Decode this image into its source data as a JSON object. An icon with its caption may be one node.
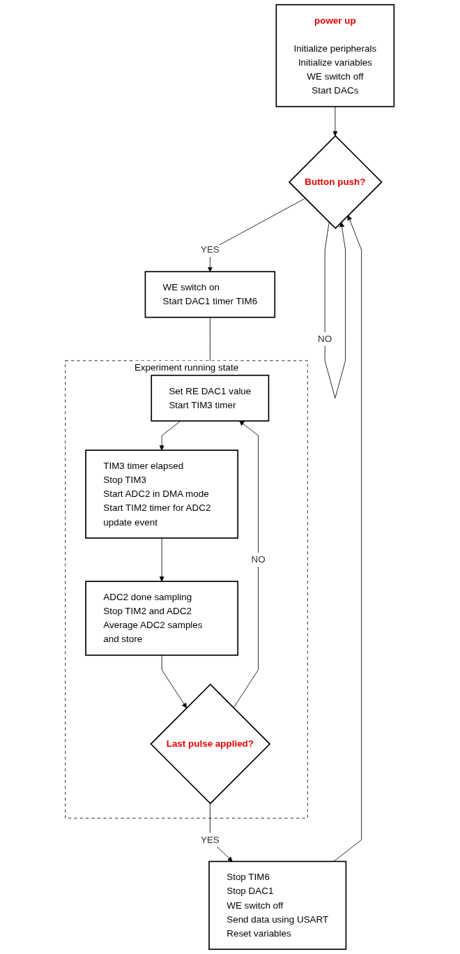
{
  "diagram": {
    "nodes": [
      {
        "text": [
          "power up",
          "Initialize peripherals",
          "Initialize variables",
          "WE switch off",
          "Start DACs"
        ]
      },
      {
        "text": [
          "Button push?"
        ]
      },
      {
        "text": [
          "WE switch on",
          "Start DAC1 timer TIM6"
        ]
      },
      {
        "text": [
          "Experiment running state"
        ]
      },
      {
        "text": [
          "Set RE DAC1 value",
          "Start TIM3 timer"
        ],
        "in": 3
      },
      {
        "text": [
          "TIM3 timer elapsed",
          "Stop TIM3",
          "Start ADC2 in DMA mode",
          "Start TIM2 timer for ADC2 update event"
        ],
        "in": 3
      },
      {
        "text": [
          "ADC2 done sampling",
          "Stop TIM2 and ADC2",
          "Average ADC2 samples and store"
        ],
        "in": 3
      },
      {
        "text": [
          "Last pulse applied?"
        ],
        "in": 3
      },
      {
        "text": [
          "Stop TIM6",
          "Stop DAC1",
          "WE switch off",
          "Send data using USART",
          "Reset variables"
        ]
      }
    ],
    "edges": [
      {
        "from": 0,
        "to": 1,
        "arrow": "to"
      },
      {
        "from": 1,
        "to": 1,
        "arrow": "to",
        "label": "NO"
      },
      {
        "from": 1,
        "to": 2,
        "arrow": "to",
        "label": "YES"
      },
      {
        "from": 2,
        "to": 4,
        "arrow": "to"
      },
      {
        "from": 4,
        "to": 5,
        "arrow": "to"
      },
      {
        "from": 5,
        "to": 6,
        "arrow": "to"
      },
      {
        "from": 6,
        "to": 7,
        "arrow": "to"
      },
      {
        "from": 7,
        "to": 4,
        "arrow": "to",
        "label": "NO"
      },
      {
        "from": 7,
        "to": 8,
        "arrow": "to",
        "label": "YES"
      },
      {
        "from": 8,
        "to": 1,
        "arrow": "to"
      }
    ]
  }
}
